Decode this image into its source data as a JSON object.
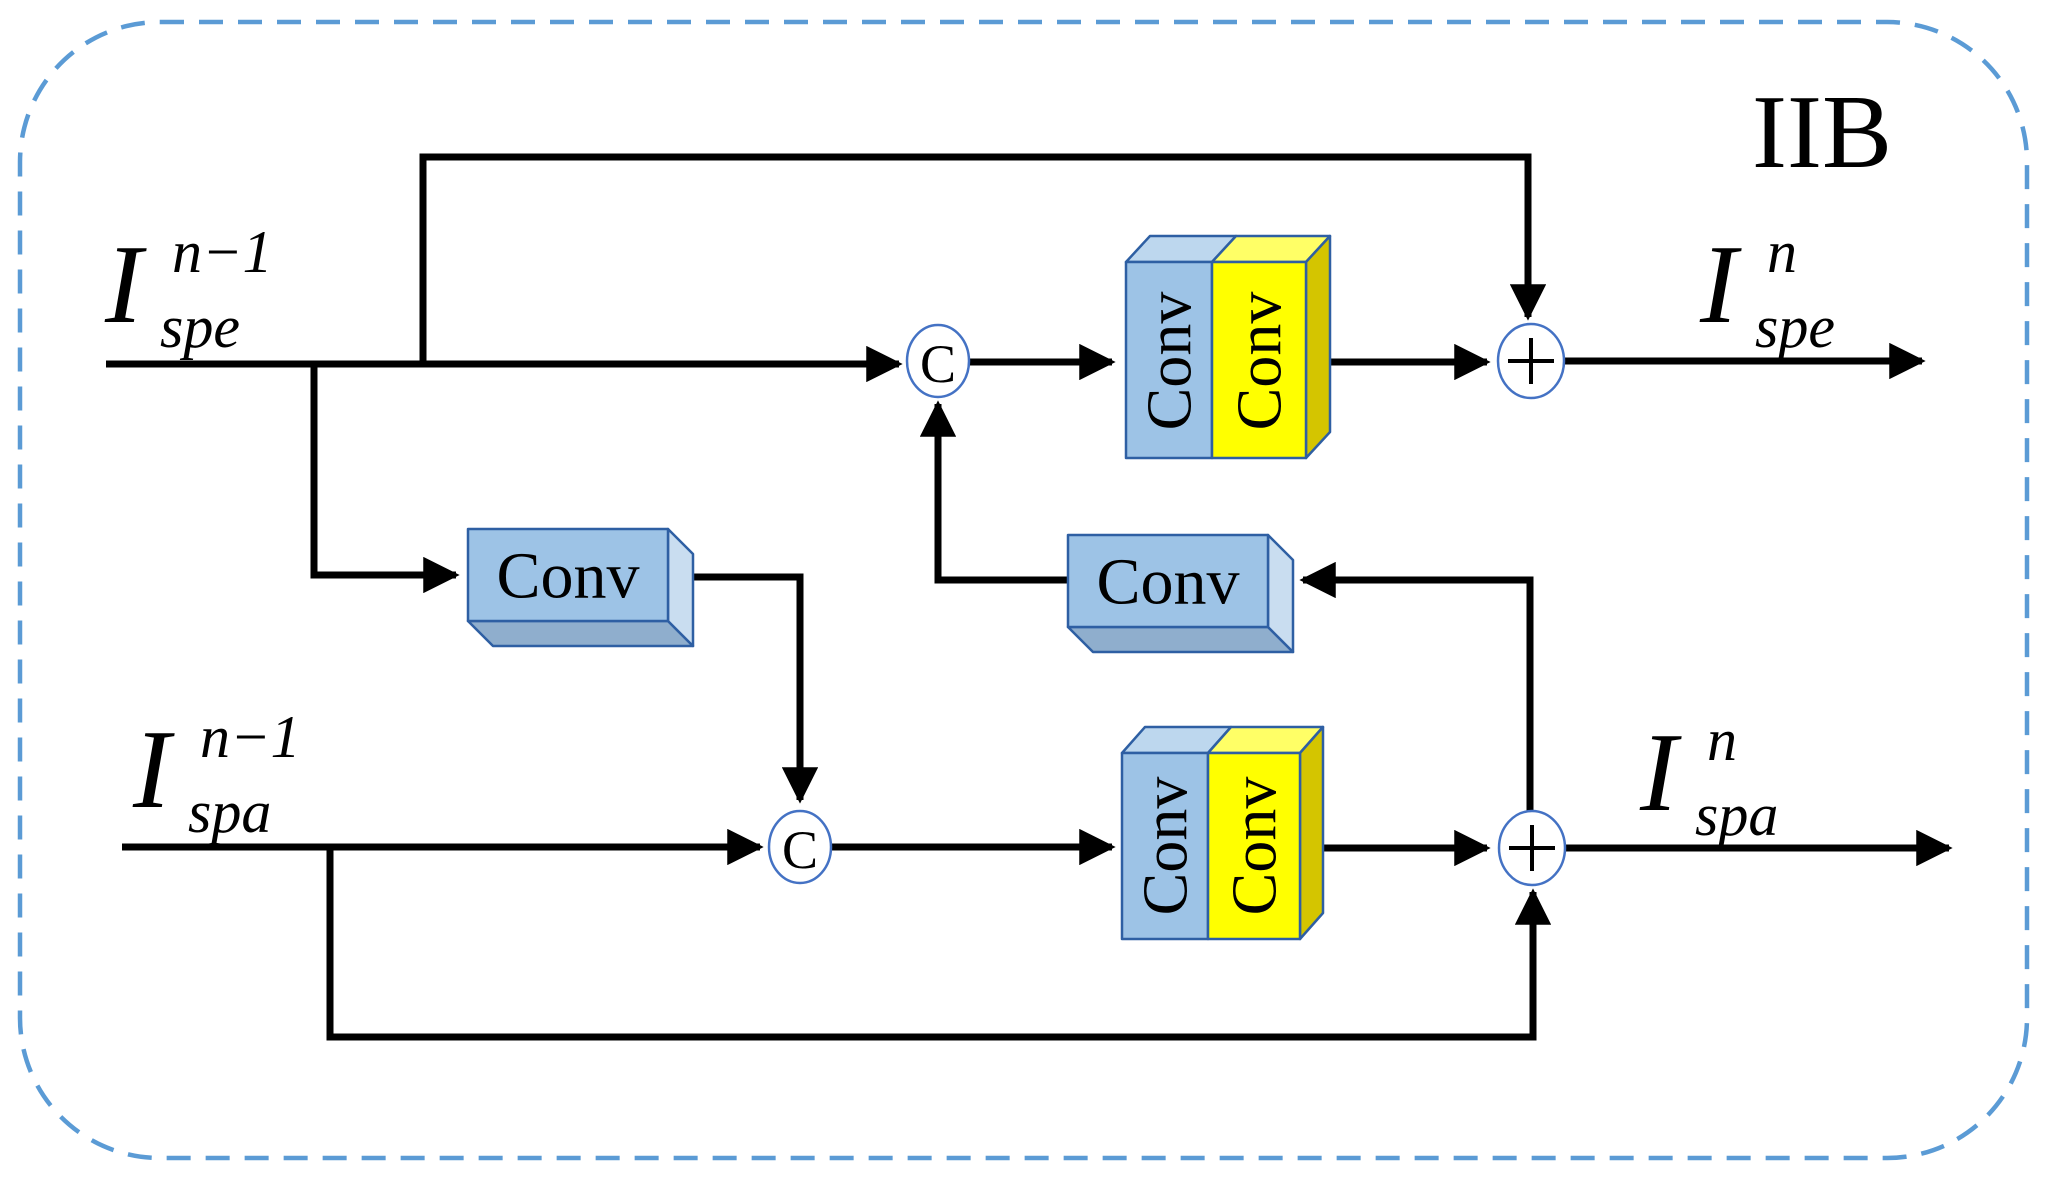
{
  "frame": {
    "title": "IIB"
  },
  "io_labels": {
    "spe_in": {
      "base": "I",
      "sup": "n−1",
      "sub": "spe"
    },
    "spa_in": {
      "base": "I",
      "sup": "n−1",
      "sub": "spa"
    },
    "spe_out": {
      "base": "I",
      "sup": "n",
      "sub": "spe"
    },
    "spa_out": {
      "base": "I",
      "sup": "n",
      "sub": "spa"
    }
  },
  "operators": {
    "concat_spe": "C",
    "concat_spa": "C",
    "add_spe": "+",
    "add_spa": "+"
  },
  "blocks": {
    "branch_conv": "Conv",
    "feedback_conv": "Conv",
    "spe_conv1": "Conv",
    "spe_conv2": "Conv",
    "spa_conv1": "Conv",
    "spa_conv2": "Conv"
  },
  "colors": {
    "frame_dash": "#5B9BD5",
    "line": "#000000",
    "box_border": "#2E5FA3",
    "blue_front": "#9DC3E6",
    "blue_top": "#BDD7EE",
    "blue_dark": "#8FAECD",
    "blue_side_light": "#C9DDF0",
    "yellow_front": "#FFFF00",
    "yellow_top": "#FFFF66",
    "yellow_dark": "#D4C500",
    "circle_stroke": "#4472C4",
    "text": "#000000"
  }
}
